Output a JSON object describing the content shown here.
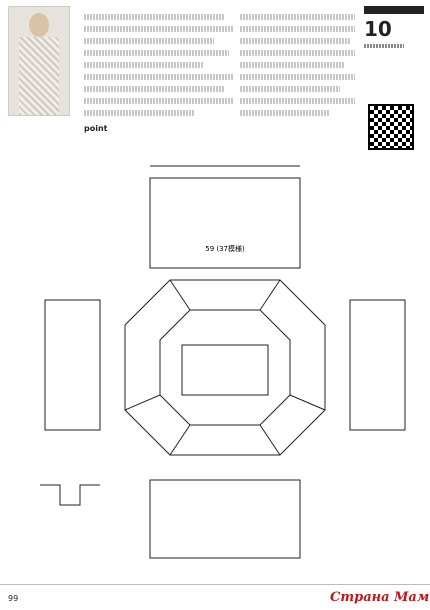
{
  "page_number": "99",
  "section": {
    "point_heading": "point"
  },
  "badge": {
    "page_number": "10"
  },
  "diagram": {
    "width_label": "59 (37模様)"
  },
  "colors": {
    "line": "#222222",
    "watermark": "#c01818"
  },
  "icons": [
    "qr-code-icon",
    "model-photo"
  ]
}
